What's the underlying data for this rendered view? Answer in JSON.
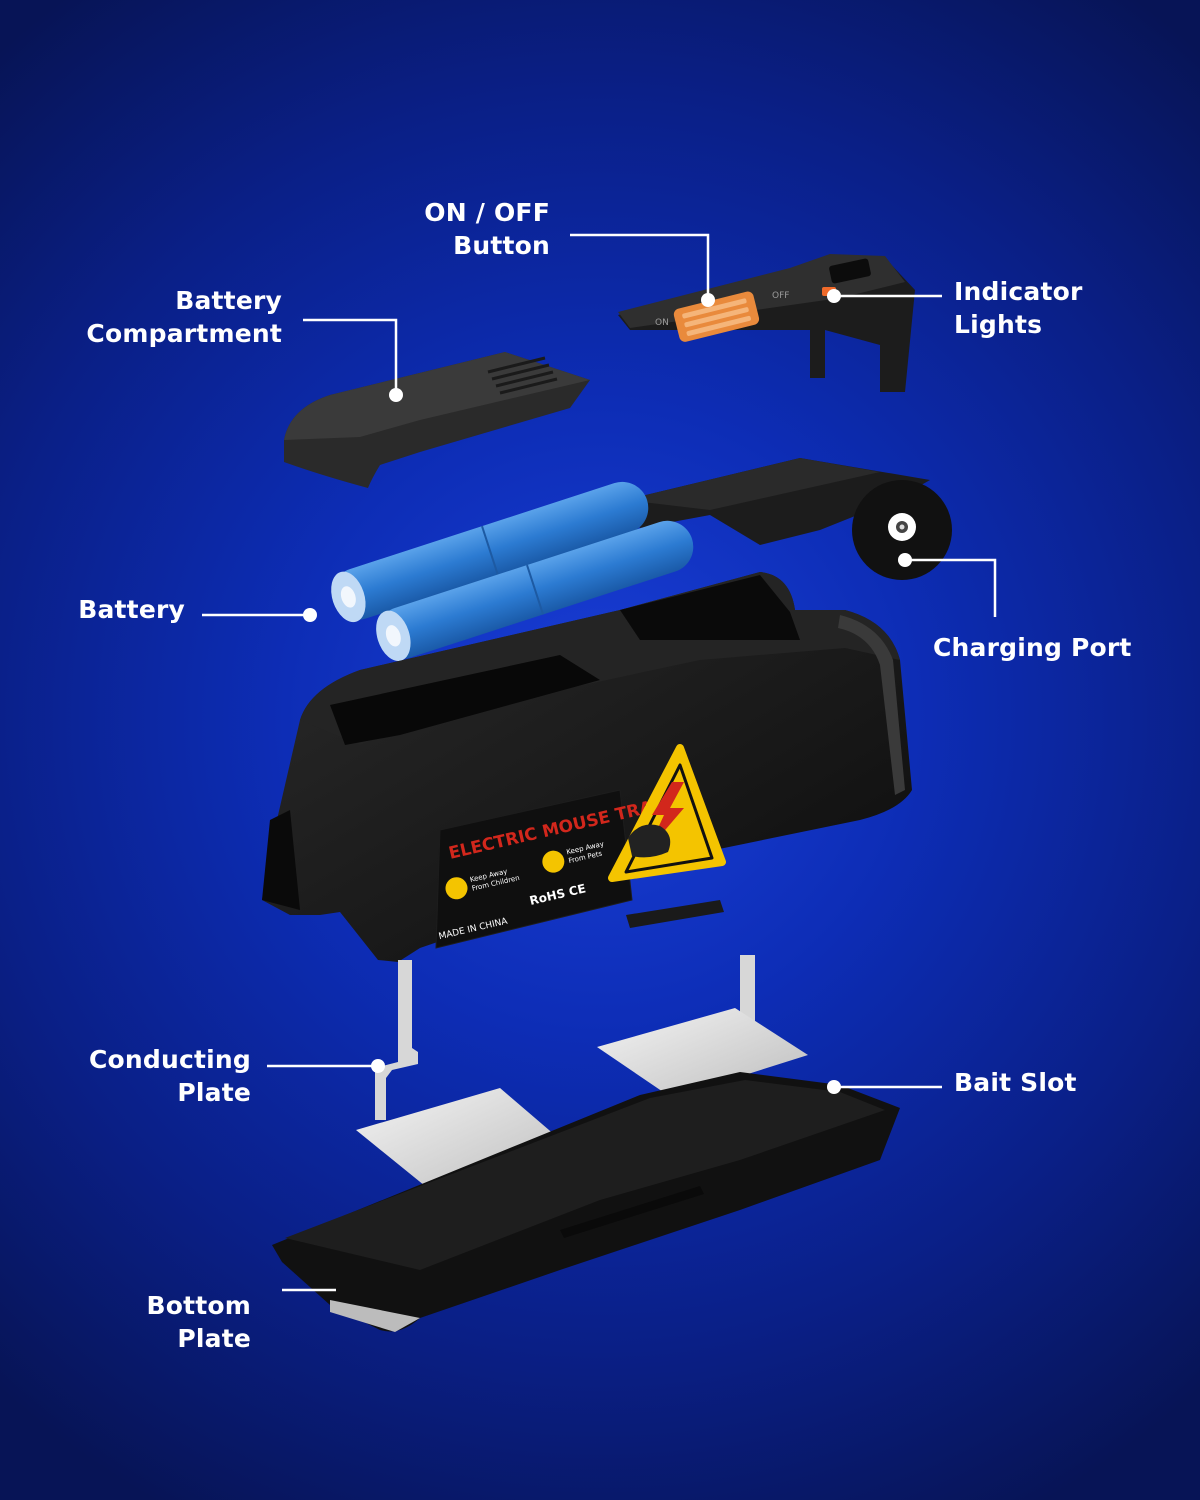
{
  "labels": {
    "on_off": [
      "ON / OFF",
      "Button"
    ],
    "battery_compartment": [
      "Battery",
      "Compartment"
    ],
    "indicator_lights": [
      "Indicator",
      "Lights"
    ],
    "battery": [
      "Battery"
    ],
    "charging_port": [
      "Charging Port"
    ],
    "conducting_plate": [
      "Conducting",
      "Plate"
    ],
    "bait_slot": [
      "Bait Slot"
    ],
    "bottom_plate": [
      "Bottom",
      "Plate"
    ]
  },
  "sticker": {
    "title": "ELECTRIC MOUSE TRAP",
    "keep_children": [
      "Keep Away",
      "From Children"
    ],
    "keep_pets": [
      "Keep Away",
      "From Pets"
    ],
    "marks": "RoHS CE",
    "made_in": "MADE IN CHINA"
  },
  "switch_marks": {
    "on": "ON",
    "off": "OFF"
  },
  "colors": {
    "background": "#0d2db6",
    "body": "#121212",
    "battery": "#2f7fd6",
    "sticker_red": "#d2271c",
    "sticker_yellow": "#f4c400",
    "leader_line": "#ffffff"
  }
}
